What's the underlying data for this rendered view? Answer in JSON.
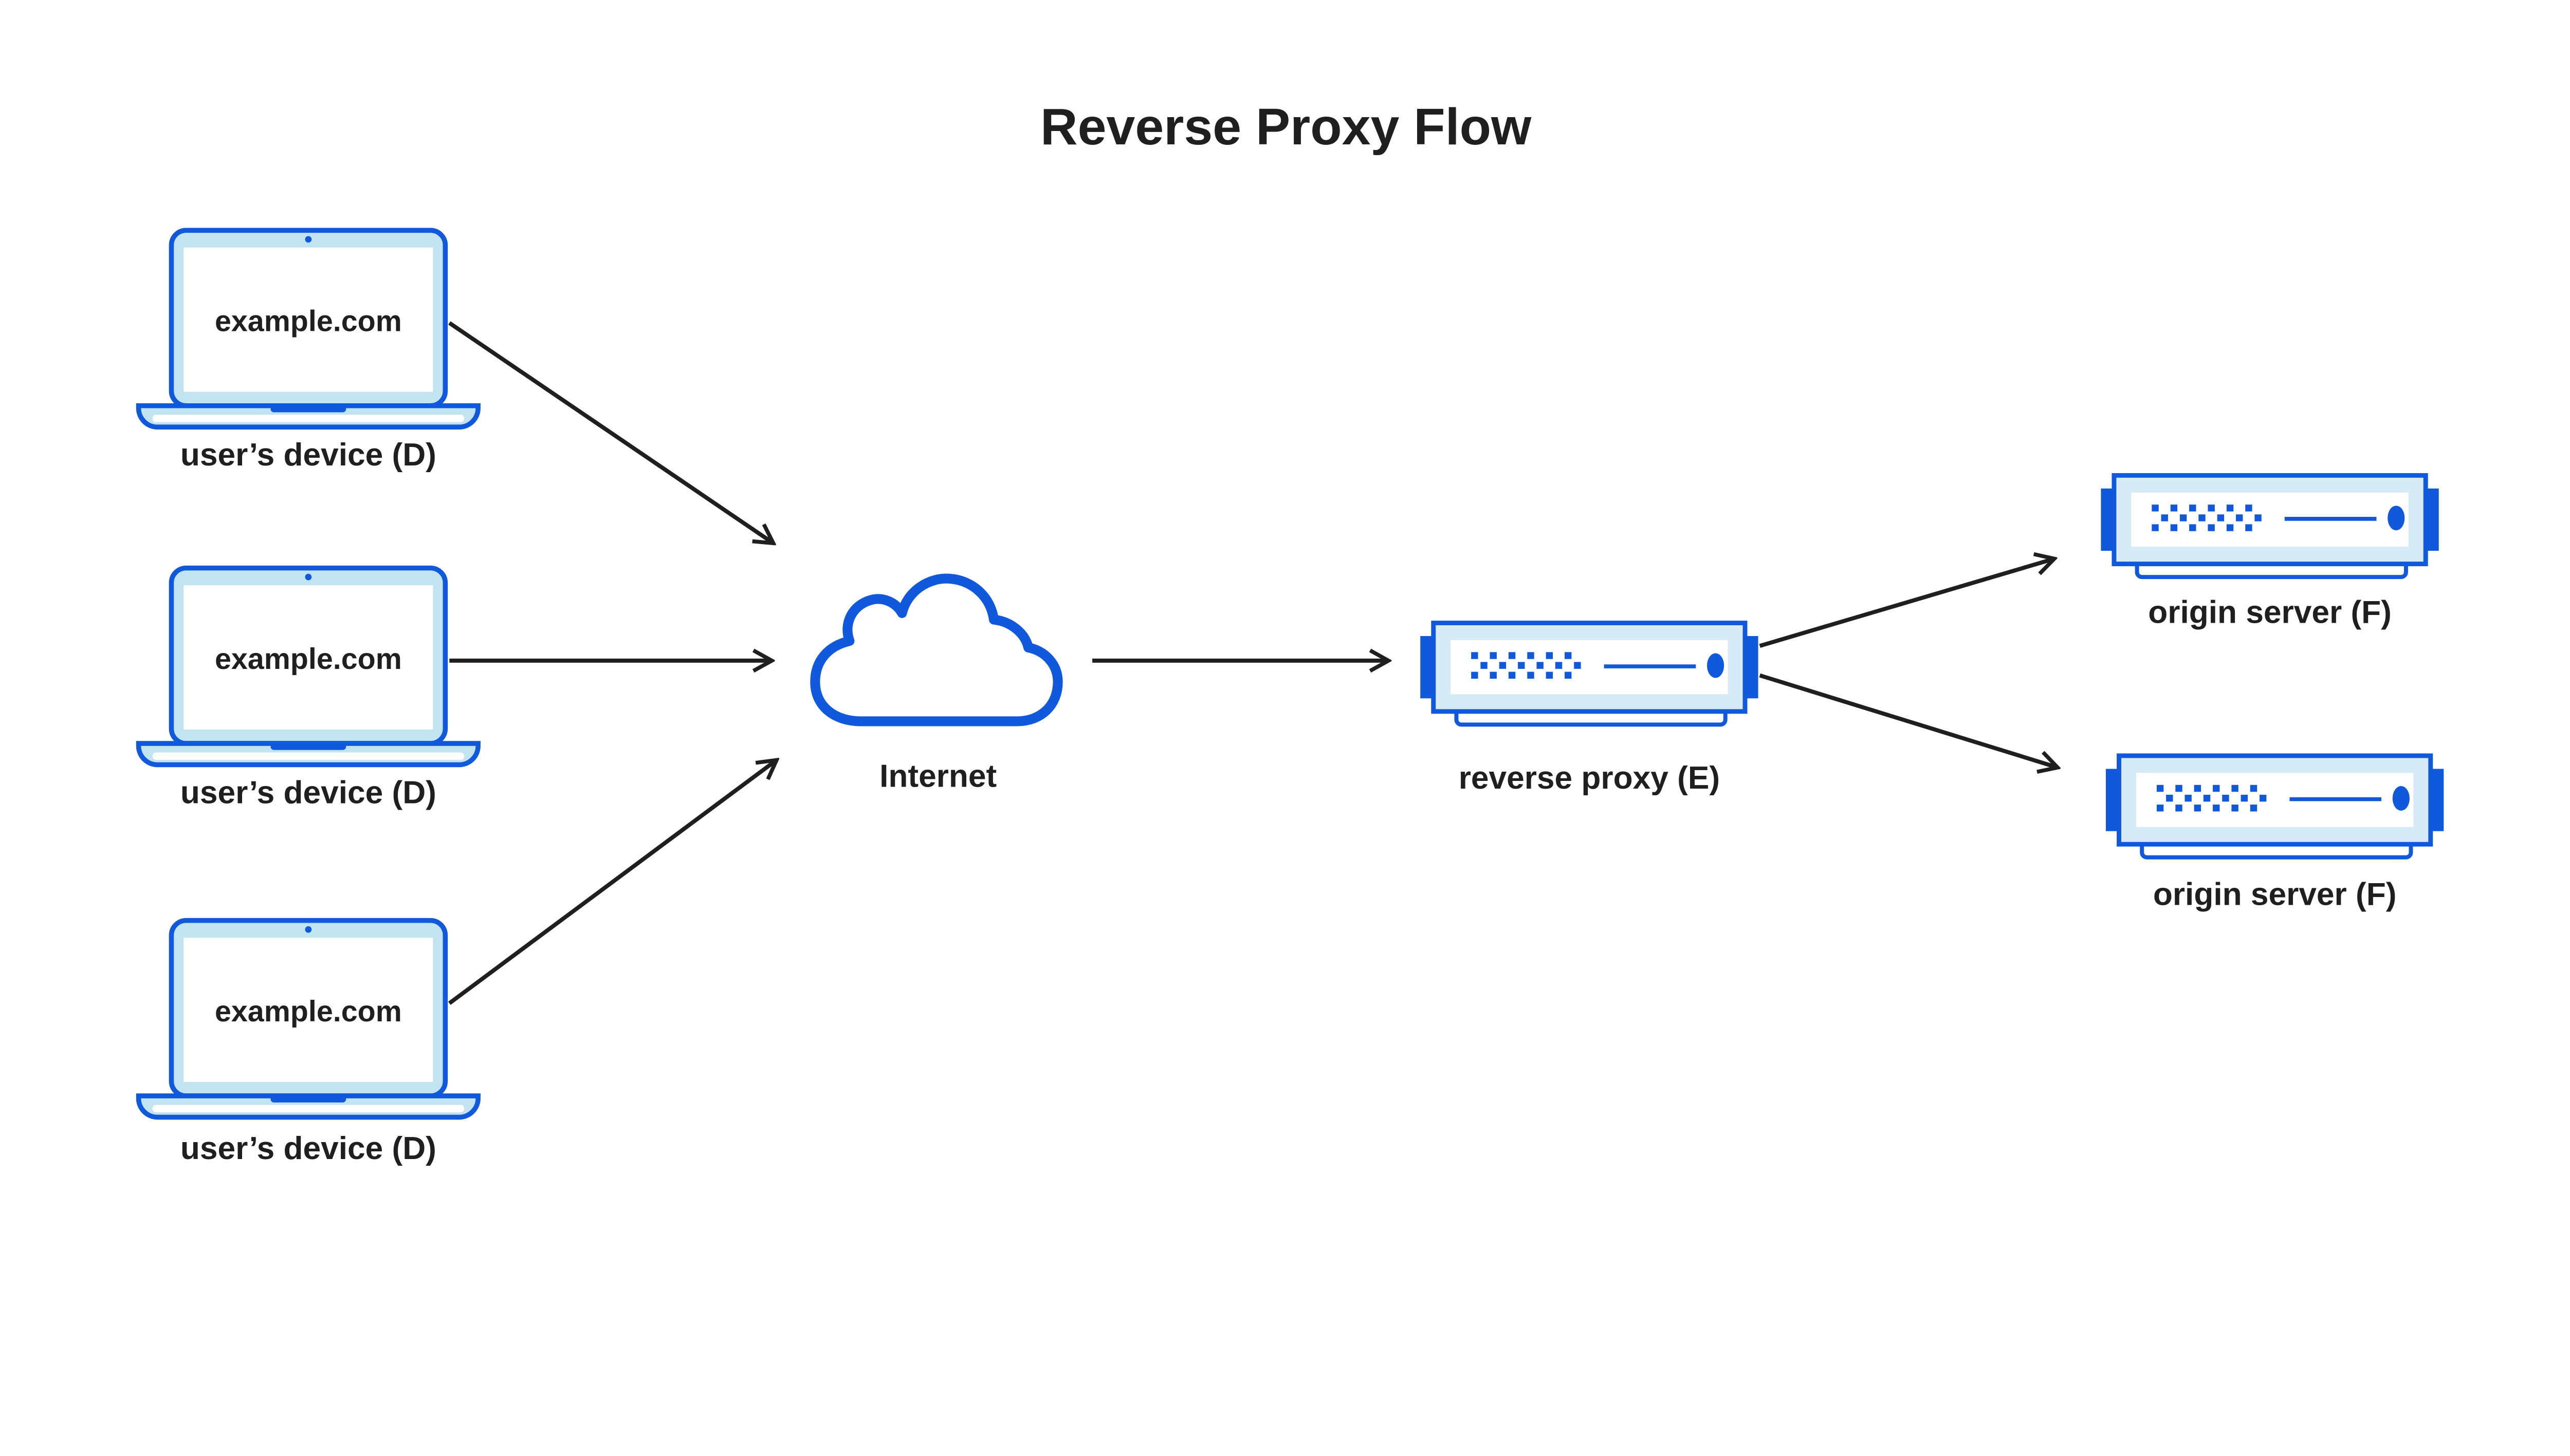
{
  "title": "Reverse Proxy Flow",
  "colors": {
    "accent": "#1159DC",
    "light_blue": "#C2E4F0",
    "panel_blue": "#D6EBF5",
    "ink": "#1F1F1F",
    "background": "#FFFFFF"
  },
  "nodes": {
    "devices": [
      {
        "screen_text": "example.com",
        "label": "user’s device (D)",
        "icon": "laptop-icon"
      },
      {
        "screen_text": "example.com",
        "label": "user’s device (D)",
        "icon": "laptop-icon"
      },
      {
        "screen_text": "example.com",
        "label": "user’s device (D)",
        "icon": "laptop-icon"
      }
    ],
    "internet": {
      "label": "Internet",
      "icon": "cloud-icon"
    },
    "proxy": {
      "label": "reverse proxy (E)",
      "icon": "server-icon"
    },
    "origins": [
      {
        "label": "origin server (F)",
        "icon": "server-icon"
      },
      {
        "label": "origin server (F)",
        "icon": "server-icon"
      }
    ]
  },
  "edges": [
    {
      "from": "user’s device (D) #1",
      "to": "Internet"
    },
    {
      "from": "user’s device (D) #2",
      "to": "Internet"
    },
    {
      "from": "user’s device (D) #3",
      "to": "Internet"
    },
    {
      "from": "Internet",
      "to": "reverse proxy (E)"
    },
    {
      "from": "reverse proxy (E)",
      "to": "origin server (F) #1"
    },
    {
      "from": "reverse proxy (E)",
      "to": "origin server (F) #2"
    }
  ]
}
